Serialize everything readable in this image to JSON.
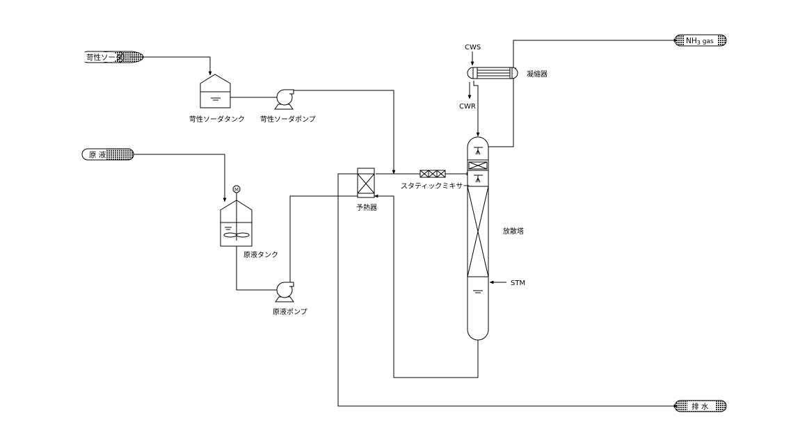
{
  "inputs": {
    "caustic_soda": "苛性ソーダ",
    "raw_liquid": "原 液"
  },
  "outputs": {
    "nh3_gas_main": "NH",
    "nh3_gas_sub": "3",
    "nh3_gas_suffix": " gas",
    "drain": "排 水"
  },
  "equipment": {
    "caustic_tank": "苛性ソーダタンク",
    "caustic_pump": "苛性ソーダポンプ",
    "raw_tank": "原液タンク",
    "raw_pump": "原液ポンプ",
    "preheater": "予熱器",
    "static_mixer": "スタティックミキサー",
    "stripper": "放散塔",
    "condenser": "凝縮器"
  },
  "utilities": {
    "cws": "CWS",
    "cwr": "CWR",
    "stm": "STM",
    "agitator_motor": "M"
  },
  "colors": {
    "line": "#000000",
    "terminal_fill": "#555555",
    "background": "#ffffff"
  }
}
